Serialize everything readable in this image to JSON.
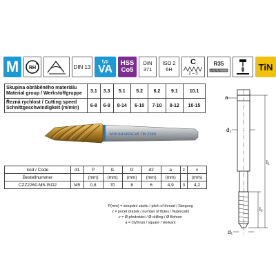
{
  "icons": {
    "m": "M",
    "rh": "RH",
    "angle": "α°",
    "din13": "DIN 13",
    "va_small": "typ",
    "va_big": "VA",
    "hss_line1": "HSS",
    "hss_line2": "Co5",
    "din371_line1": "DIN",
    "din371_line2": "371",
    "iso_line1": "ISO 2",
    "iso_line2": "6H",
    "c_line1": "C",
    "c_line2": "2 – 3",
    "r35": "R35",
    "tin": "TiN",
    "colors": {
      "blue": "#1b9ad6",
      "purple": "#7a2e8f",
      "gold": "#f0c20a"
    }
  },
  "spec": {
    "row1_label_line1": "Skupina obráběného materiálu",
    "row1_label_line2": "Material group / Werkstoffgruppe",
    "row1": [
      "3.1",
      "3.3",
      "5.1",
      "5.2",
      "6.2",
      "9.1",
      "10.1"
    ],
    "row2_label_line1": "Řezná rychlost / Cutting speed",
    "row2_label_line2": "Schnittgeschwindigkeit (m/min)",
    "row2": [
      "6-8",
      "6-8",
      "8-14",
      "6-10",
      "7-10",
      "8-12",
      "10-15"
    ]
  },
  "tool": {
    "marking": "M10 6H HSSCo5 TiN 2260",
    "brand": "(logo)"
  },
  "dim": {
    "head1": [
      "kód / Code",
      "d1",
      "P",
      "l1",
      "l2",
      "d2",
      "a",
      "z",
      "v"
    ],
    "head2": [
      "Bestellnummer",
      "",
      "(mm)",
      "(mm)",
      "(mm)",
      "(mm)",
      "(mm)",
      "",
      "(mm)"
    ],
    "row": [
      "CZZ2260-M5-ISO2",
      "M5",
      "0,8",
      "70",
      "8",
      "6",
      "4,9",
      "3",
      "4,2"
    ]
  },
  "legend": [
    "P(mm) = stoupání závitu / pitch of thread / Steigung",
    "z = počet drážek / number of flutes / Nutenzahl",
    "v = Ø předvrtání / Ø drilling / Ø Bohren",
    "a = čtyřhran / square / vierkant"
  ],
  "drawing": {
    "a": "a",
    "d2": "d₂",
    "l1": "l₁",
    "l2": "l₂",
    "d1": "d₁"
  }
}
